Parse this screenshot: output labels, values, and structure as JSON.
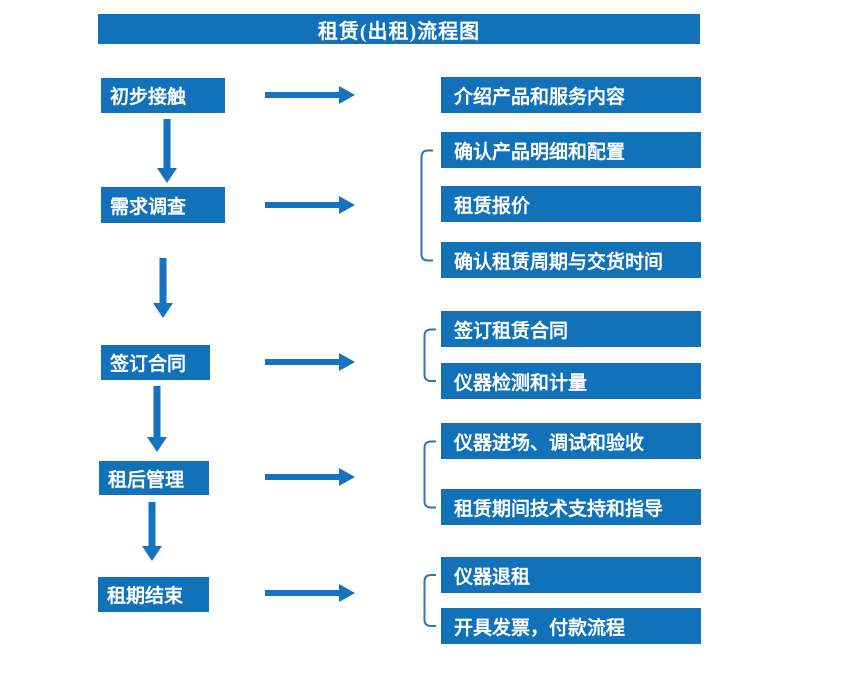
{
  "title": "租赁(出租)流程图",
  "flow": {
    "steps": [
      {
        "label": "初步接触",
        "details": [
          "介绍产品和服务内容"
        ]
      },
      {
        "label": "需求调查",
        "details": [
          "确认产品明细和配置",
          "租赁报价",
          "确认租赁周期与交货时间"
        ]
      },
      {
        "label": "签订合同",
        "details": [
          "签订租赁合同",
          "仪器检测和计量"
        ]
      },
      {
        "label": "租后管理",
        "details": [
          "仪器进场、调试和验收",
          "租赁期间技术支持和指导"
        ]
      },
      {
        "label": "租期结束",
        "details": [
          "仪器退租",
          "开具发票，付款流程"
        ]
      }
    ]
  },
  "colors": {
    "box_blue": "#1172b9",
    "arrow_blue": "#1673c0",
    "bracket_blue": "#2e75b6",
    "text_white": "#ffffff"
  }
}
